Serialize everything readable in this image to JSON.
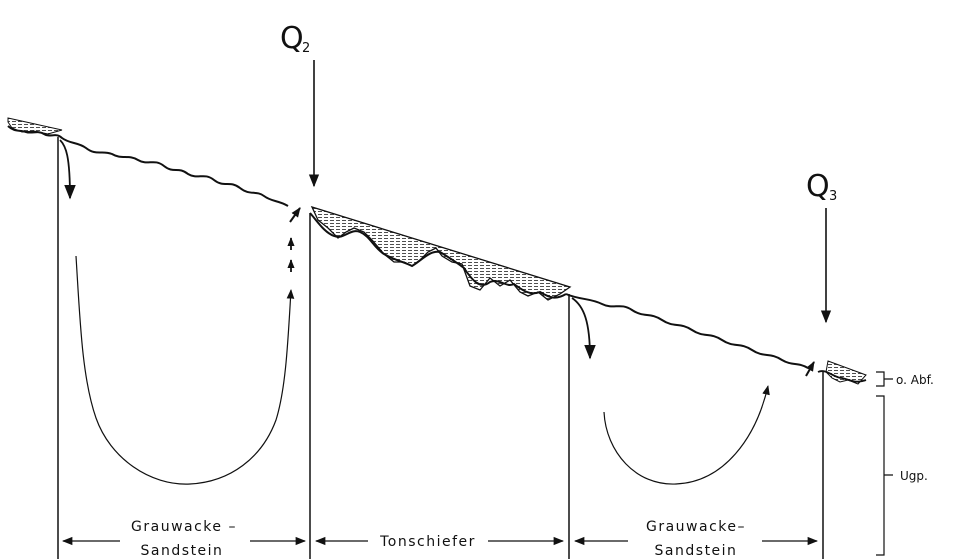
{
  "labels": {
    "q2_main": "Q",
    "q2_sub": "2",
    "q3_main": "Q",
    "q3_sub": "3",
    "o_abf": "o. Abf.",
    "ugp": "Ugp."
  },
  "zones": [
    {
      "line1": "Grauwacke –",
      "line2": "Sandstein"
    },
    {
      "line1": "Tonschiefer",
      "line2": ""
    },
    {
      "line1": "Grauwacke–",
      "line2": "Sandstein"
    }
  ],
  "colors": {
    "ink": "#111111",
    "background": "#ffffff"
  },
  "icons": [
    "downward-arrow-icon",
    "upward-arrow-icon",
    "double-headed-arrow-icon"
  ]
}
